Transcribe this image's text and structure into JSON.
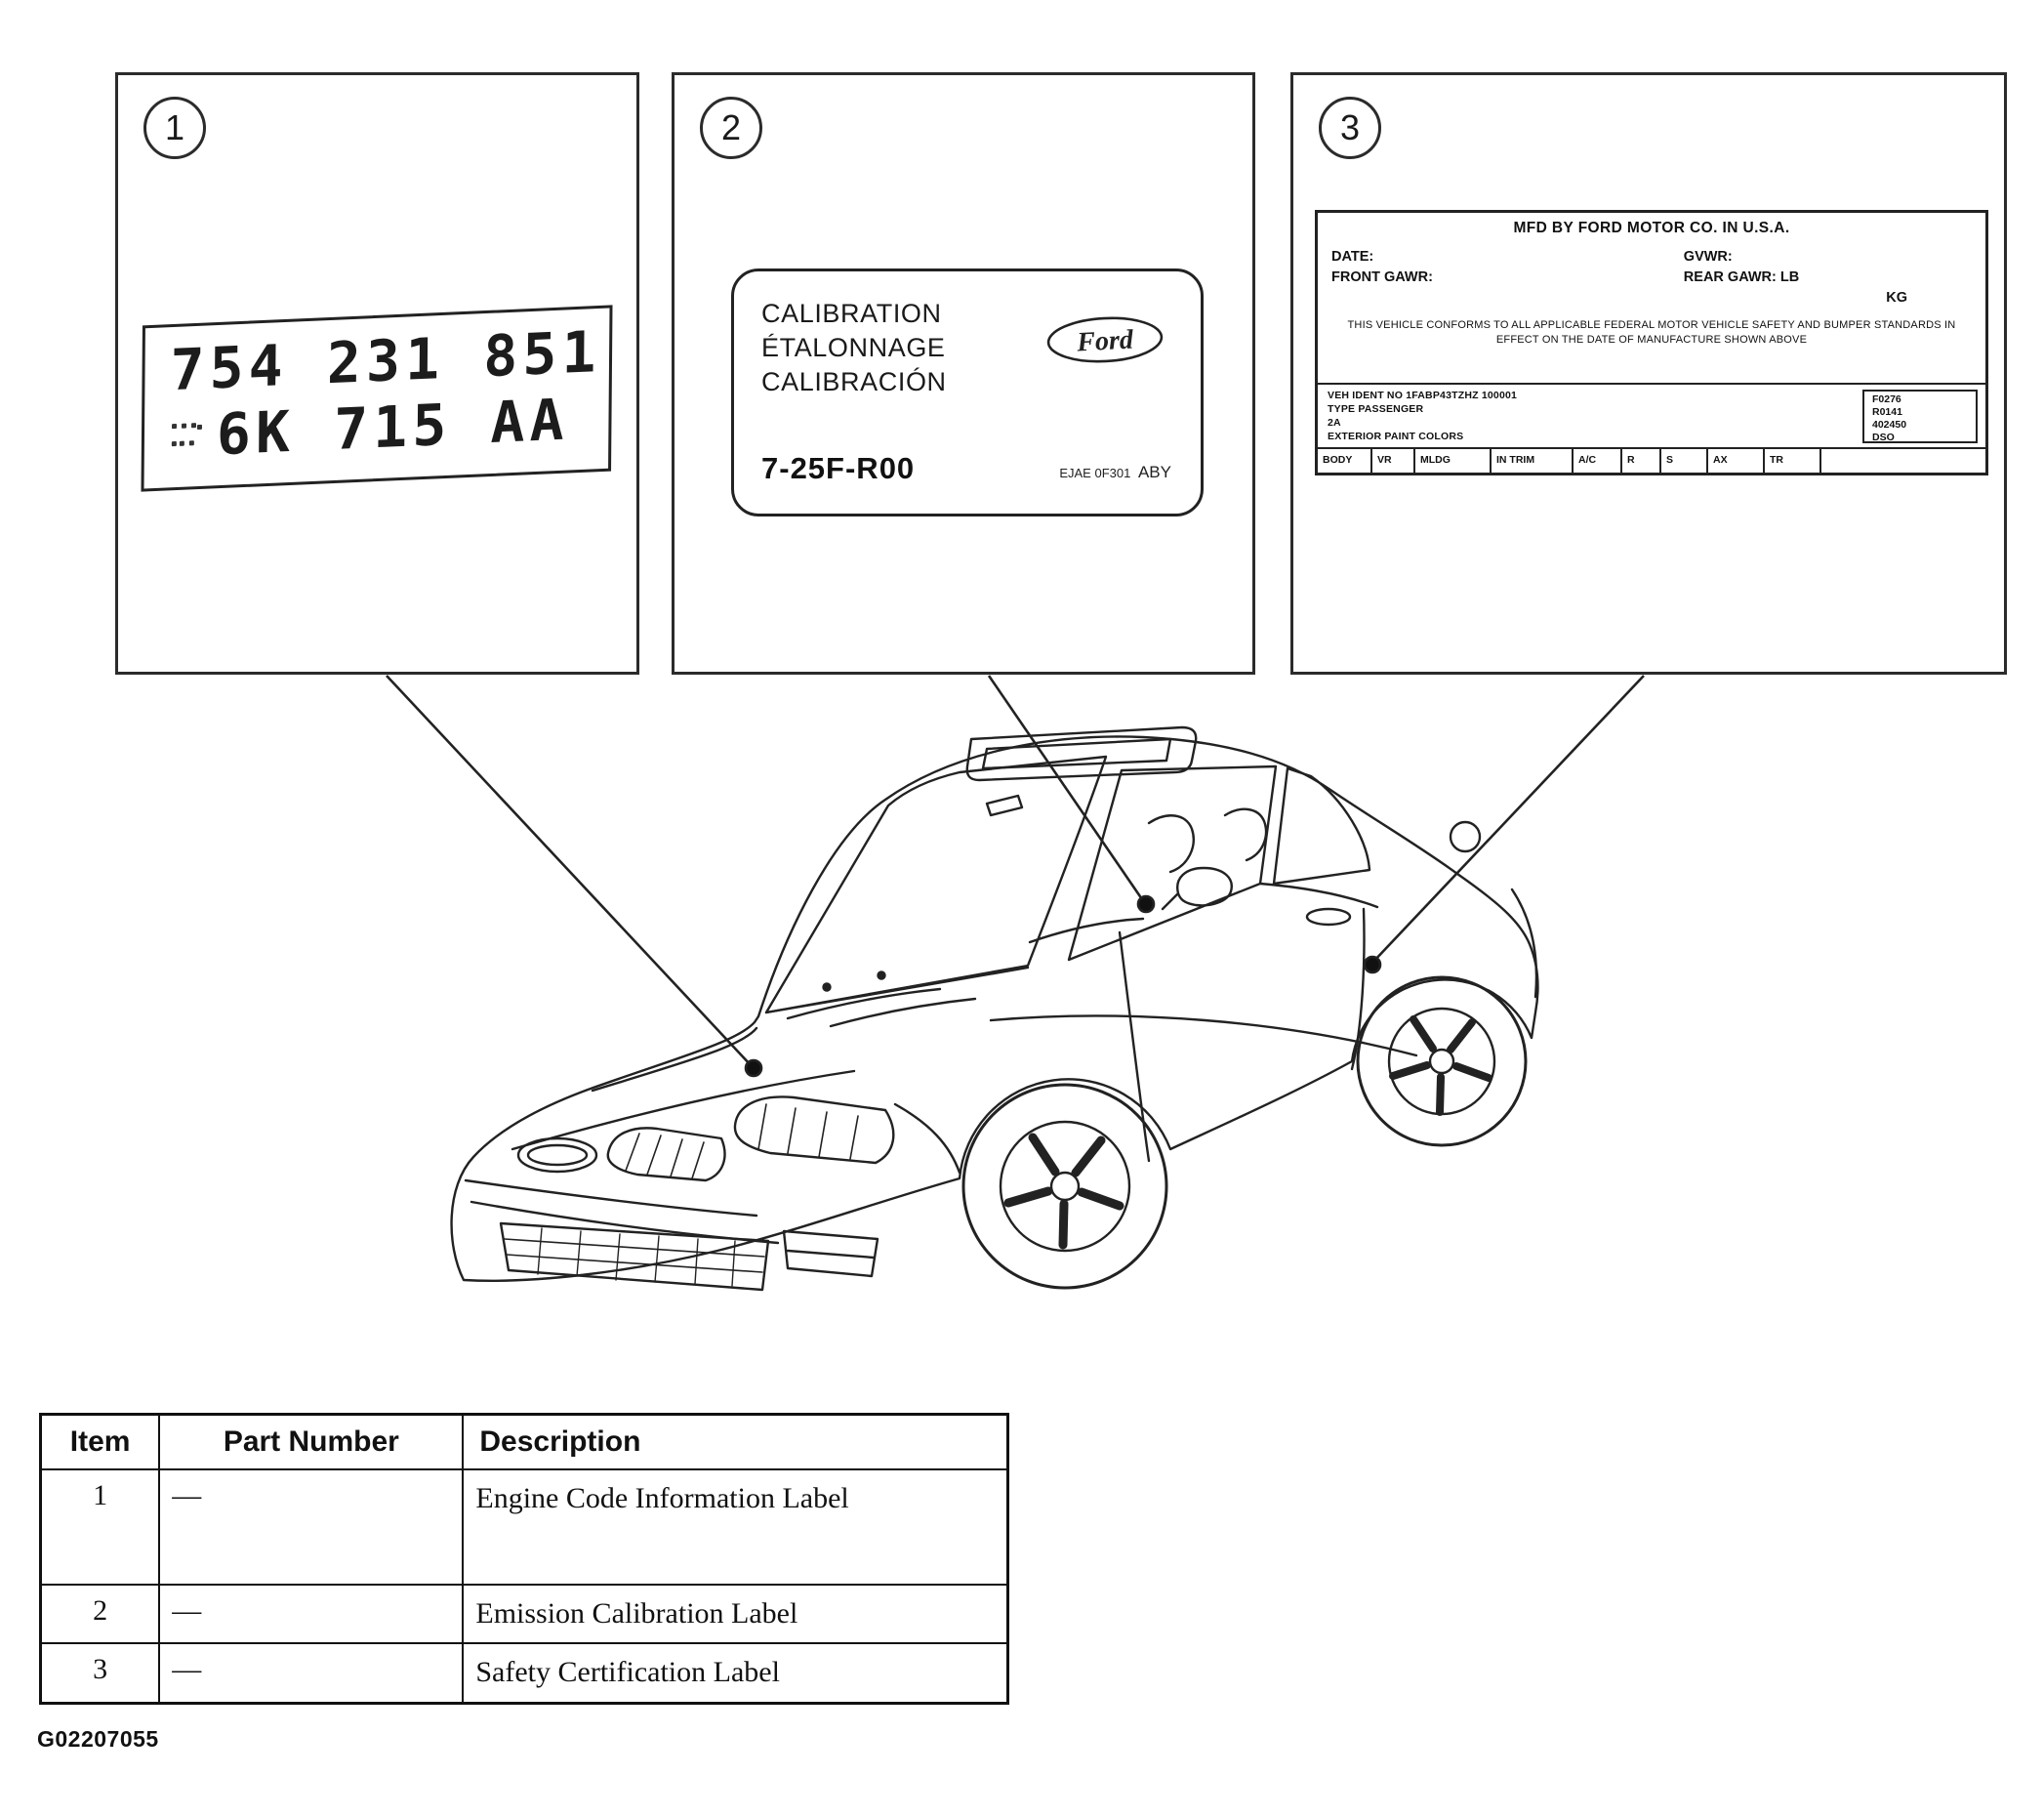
{
  "figure": {
    "id": "G02207055"
  },
  "callouts": {
    "one": "1",
    "two": "2",
    "three": "3"
  },
  "engine_code_label": {
    "line1": "754 231 851",
    "line2": "6K 715 AA"
  },
  "calibration_label": {
    "title_line1": "CALIBRATION",
    "title_line2": "ÉTALONNAGE",
    "title_line3": "CALIBRACIÓN",
    "brand": "Ford",
    "code": "7-25F-R00",
    "part_code_small": "EJAE 0F301",
    "part_code_suffix": "ABY"
  },
  "safety_label": {
    "header": "MFD BY FORD MOTOR CO. IN U.S.A.",
    "date_label": "DATE:",
    "front_gawr_label": "FRONT GAWR:",
    "gvwr_label": "GVWR:",
    "rear_gawr_label": "REAR GAWR:  LB",
    "kg_label": "KG",
    "conformity_text": "THIS VEHICLE CONFORMS TO ALL APPLICABLE FEDERAL MOTOR VEHICLE SAFETY AND BUMPER STANDARDS IN EFFECT ON THE DATE OF MANUFACTURE SHOWN ABOVE",
    "veh_ident": "VEH IDENT NO 1FABP43TZHZ 100001",
    "type_line": "TYPE PASSENGER",
    "class_code": "2A",
    "paint_label": "EXTERIOR PAINT COLORS",
    "side_codes": [
      "F0276",
      "R0141",
      "402450",
      "DSO"
    ],
    "spec_columns": [
      "BODY",
      "VR",
      "MLDG",
      "IN TRIM",
      "A/C",
      "R",
      "S",
      "AX",
      "TR"
    ]
  },
  "parts_table": {
    "headers": [
      "Item",
      "Part Number",
      "Description"
    ],
    "rows": [
      {
        "item": "1",
        "part_number": "—",
        "description": "Engine Code Information Label"
      },
      {
        "item": "2",
        "part_number": "—",
        "description": "Emission Calibration Label"
      },
      {
        "item": "3",
        "part_number": "—",
        "description": "Safety Certification Label"
      }
    ]
  }
}
